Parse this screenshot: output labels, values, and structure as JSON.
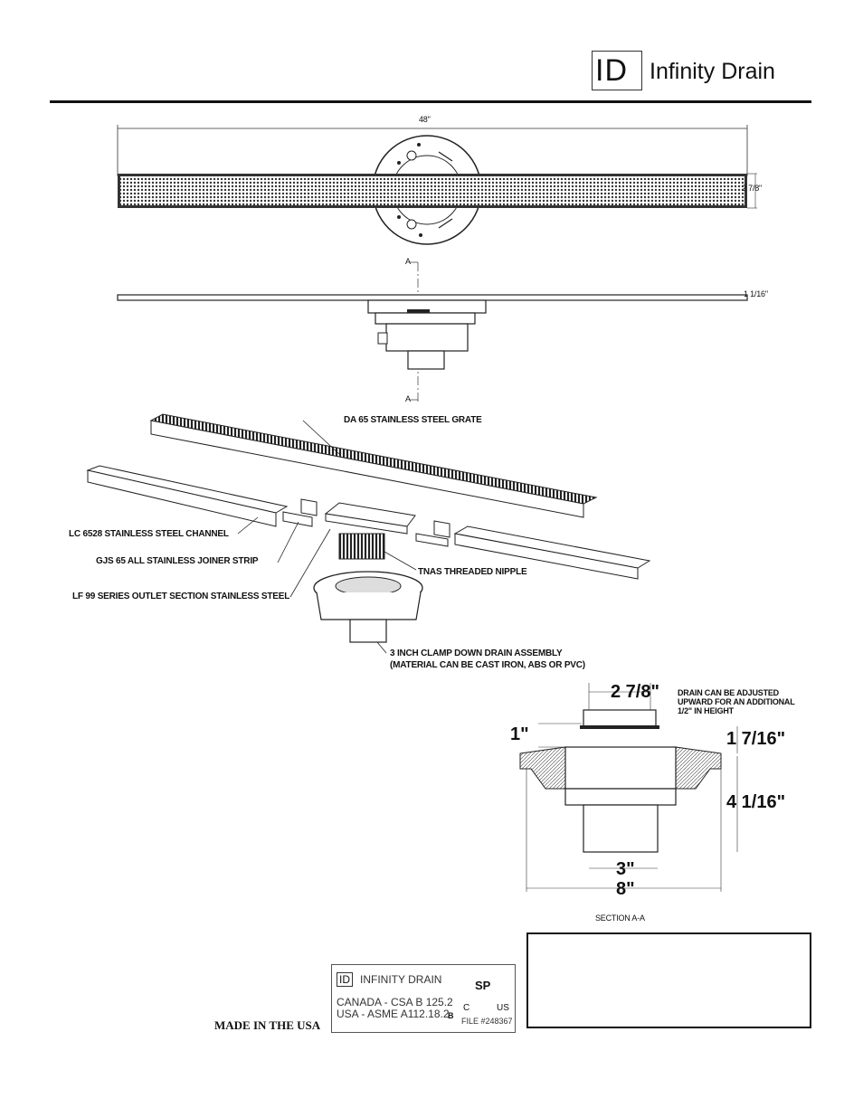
{
  "header": {
    "logo_mark": "ID",
    "brand": "Infinity Drain"
  },
  "top_view": {
    "width_dim": "48\"",
    "height_dim": "2 7/8\""
  },
  "side_view": {
    "section_mark_top": "A",
    "section_mark_bottom": "A",
    "height_dim": "1 1/16\""
  },
  "exploded": {
    "grate": "DA 65 STAINLESS STEEL GRATE",
    "channel": "LC 6528 STAINLESS STEEL CHANNEL",
    "joiner": "GJS 65 ALL STAINLESS JOINER STRIP",
    "nipple": "TNAS THREADED NIPPLE",
    "outlet": "LF 99 SERIES OUTLET SECTION STAINLESS STEEL",
    "clamp_line1": "3 INCH CLAMP DOWN DRAIN ASSEMBLY",
    "clamp_line2": "(MATERIAL CAN BE CAST IRON, ABS OR PVC)"
  },
  "section": {
    "top_dim": "2 7/8\"",
    "left_dim": "1\"",
    "right_dim_top": "1 7/16\"",
    "right_dim_bottom": "4 1/16\"",
    "pipe_dim": "3\"",
    "base_dim": "8\"",
    "note_line1": "DRAIN CAN BE ADJUSTED",
    "note_line2": "UPWARD FOR AN ADDITIONAL",
    "note_line3": "1/2\" IN HEIGHT",
    "title": "SECTION A-A"
  },
  "footer": {
    "made_in": "MADE IN THE USA",
    "cert_logo": "ID",
    "cert_brand": "INFINITY DRAIN",
    "canada": "CANADA - CSA B 125.2",
    "usa": "USA - ASME A112.18.2",
    "csa_mark": "SP",
    "csa_c": "C",
    "csa_us": "US",
    "csa_b": "B",
    "file": "FILE #248367"
  }
}
